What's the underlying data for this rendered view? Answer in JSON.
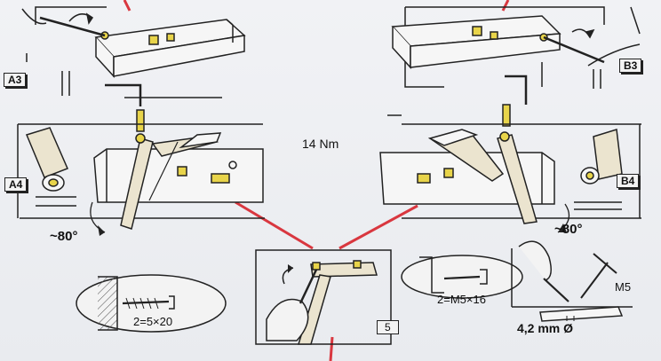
{
  "labels": {
    "a3": "A3",
    "b3": "B3",
    "a4": "A4",
    "b4": "B4",
    "step5": "5",
    "torque": "14 Nm",
    "angle_left": "~80°",
    "angle_right": "~80°",
    "screw_wood": "2=5×20",
    "screw_metal": "2=M5×16",
    "thread": "M5",
    "drill": "4,2 mm Ø"
  },
  "colors": {
    "line": "#222222",
    "highlight_yellow": "#e8d44a",
    "leader_red": "#d9373f",
    "arm_fill": "#ebe4cf"
  }
}
